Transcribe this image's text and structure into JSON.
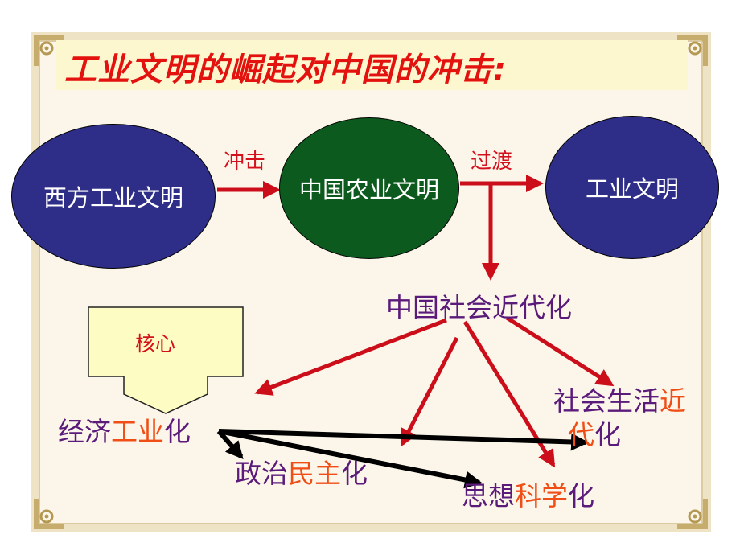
{
  "title": "工业文明的崛起对中国的冲击:",
  "circles": {
    "west": "西方工业文明",
    "china": "中国农业文明",
    "industrial": "工业文明"
  },
  "arrows": {
    "impact": "冲击",
    "transition": "过渡"
  },
  "center_node": "中国社会近代化",
  "core_label": "核心",
  "economy": {
    "part1": "经济",
    "part2": "工业",
    "part3": "化"
  },
  "politics": {
    "part1": "政治",
    "part2": "民主",
    "part3": "化"
  },
  "thought": {
    "part1": "思想",
    "part2": "科学",
    "part3": "化"
  },
  "social": {
    "line1a": "社会生活",
    "line1b": "近",
    "line2a": "代",
    "line2b": "化"
  },
  "colors": {
    "title_red": "#e3120f",
    "circle_blue": "#2e2d87",
    "circle_green": "#0c5a1d",
    "arrow_red": "#cc0d1a",
    "text_purple": "#5b1b7a",
    "text_orange": "#f04e17",
    "core_fill": "#fdfcc3"
  }
}
